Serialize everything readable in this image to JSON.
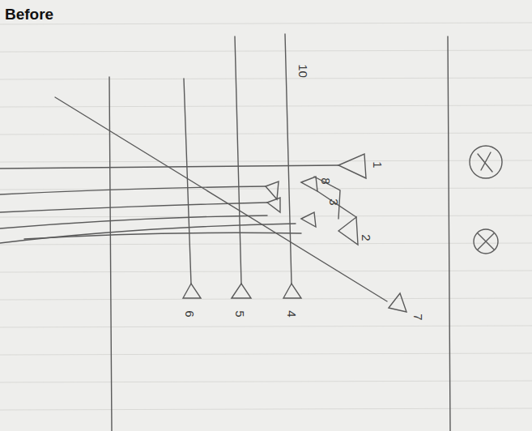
{
  "diagram": {
    "title": "Before",
    "labels": [
      "10",
      "1",
      "8",
      "3",
      "2",
      "6",
      "5",
      "4",
      "7"
    ]
  }
}
